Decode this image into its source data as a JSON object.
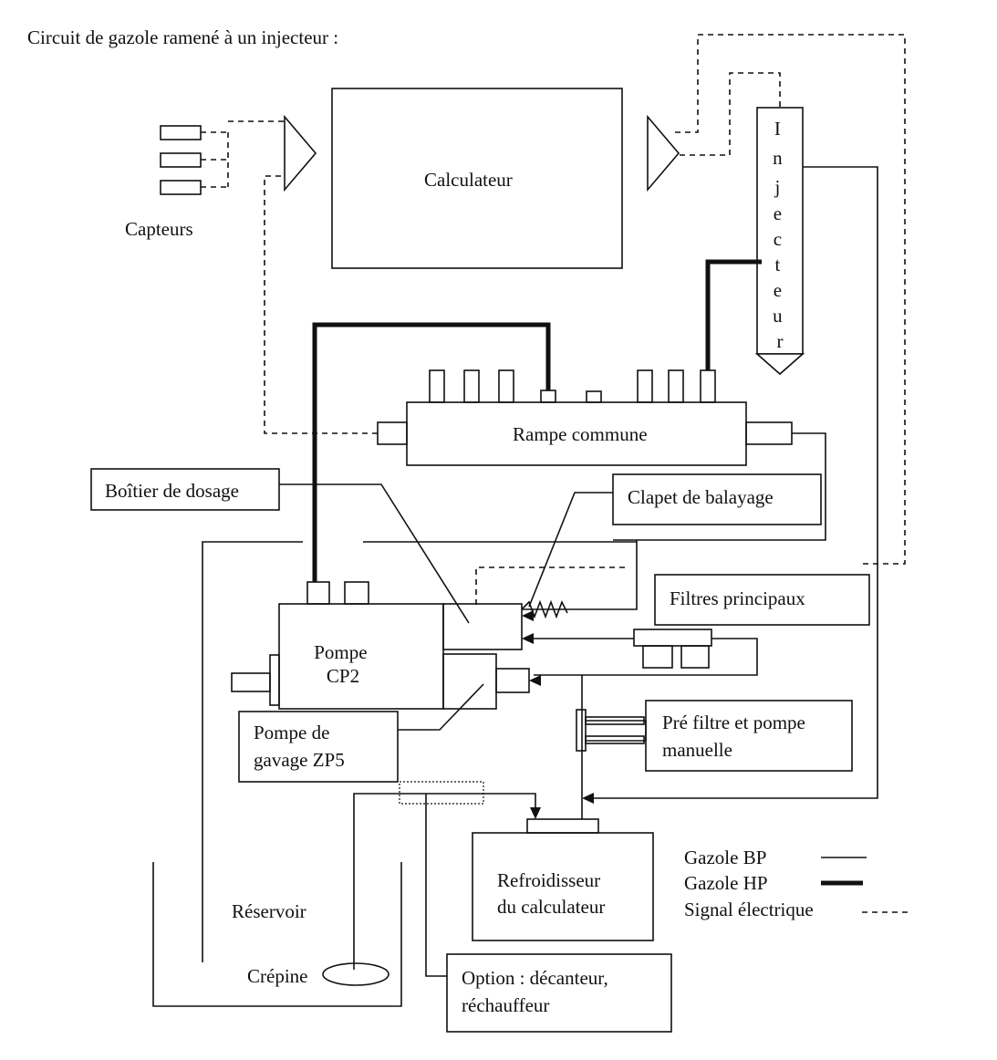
{
  "title": "Circuit de gazole ramené à un injecteur :",
  "labels": {
    "calculateur": "Calculateur",
    "capteurs": "Capteurs",
    "injecteur_letters": [
      "I",
      "n",
      "j",
      "e",
      "c",
      "t",
      "e",
      "u",
      "r"
    ],
    "rampe": "Rampe commune",
    "boitier": "Boîtier de dosage",
    "clapet": "Clapet de balayage",
    "filtres": "Filtres principaux",
    "pompe_cp2": [
      "Pompe",
      "CP2"
    ],
    "pompe_gavage": [
      "Pompe de",
      "gavage ZP5"
    ],
    "prefiltre": [
      "Pré filtre et pompe",
      "manuelle"
    ],
    "refroidisseur": [
      "Refroidisseur",
      "du calculateur"
    ],
    "reservoir": "Réservoir",
    "crepine": "Crépine",
    "option": [
      "Option : décanteur,",
      "réchauffeur"
    ]
  },
  "legend": [
    {
      "label": "Gazole BP",
      "style": "thin"
    },
    {
      "label": "Gazole HP",
      "style": "thick"
    },
    {
      "label": "Signal électrique",
      "style": "dashed"
    }
  ]
}
